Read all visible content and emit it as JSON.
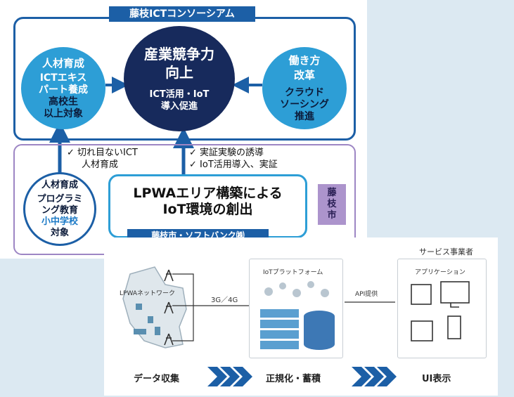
{
  "consortium": {
    "title": "藤枝ICTコンソーシアム",
    "left_circle": {
      "title": "人材育成",
      "line1": "ICTエキス",
      "line2": "パート養成",
      "target1": "高校生",
      "target2": "以上対象"
    },
    "center_circle": {
      "title1": "産業競争力",
      "title2": "向上",
      "sub1": "ICT活用・IoT",
      "sub2": "導入促進"
    },
    "right_circle": {
      "title1": "働き方",
      "title2": "改革",
      "sub1": "クラウド",
      "sub2": "ソーシング",
      "sub3": "推進"
    }
  },
  "city": {
    "tag": [
      "藤",
      "枝",
      "市"
    ],
    "check_left": [
      "✓ 切れ目ないICT",
      "人材育成"
    ],
    "check_right": [
      "✓ 実証実験の誘導",
      "✓ IoT活用導入、実証"
    ],
    "programming_circle": {
      "line1": "人材育成",
      "line2": "プログラミ",
      "line3": "ング教育",
      "target1": "小中学校",
      "target2": "対象"
    },
    "lpwa": {
      "line1": "LPWAエリア構築による",
      "line2": "IoT環境の創出",
      "partner": "藤枝市・ソフトバンク㈱"
    }
  },
  "system": {
    "service_provider": "サービス事業者",
    "lpwa_network": "LPWAネットワーク",
    "network_label": "3G／4G",
    "iot_platform": "IoTプラットフォーム",
    "api_label": "API提供",
    "applications": "アプリケーション",
    "steps": [
      "データ収集",
      "正規化・蓄積",
      "UI表示"
    ]
  },
  "colors": {
    "navy": "#172a5c",
    "blue": "#1c5fa6",
    "light_blue": "#2d9ed6",
    "purple": "#ac94cc",
    "page_bg": "#dce9f2"
  }
}
